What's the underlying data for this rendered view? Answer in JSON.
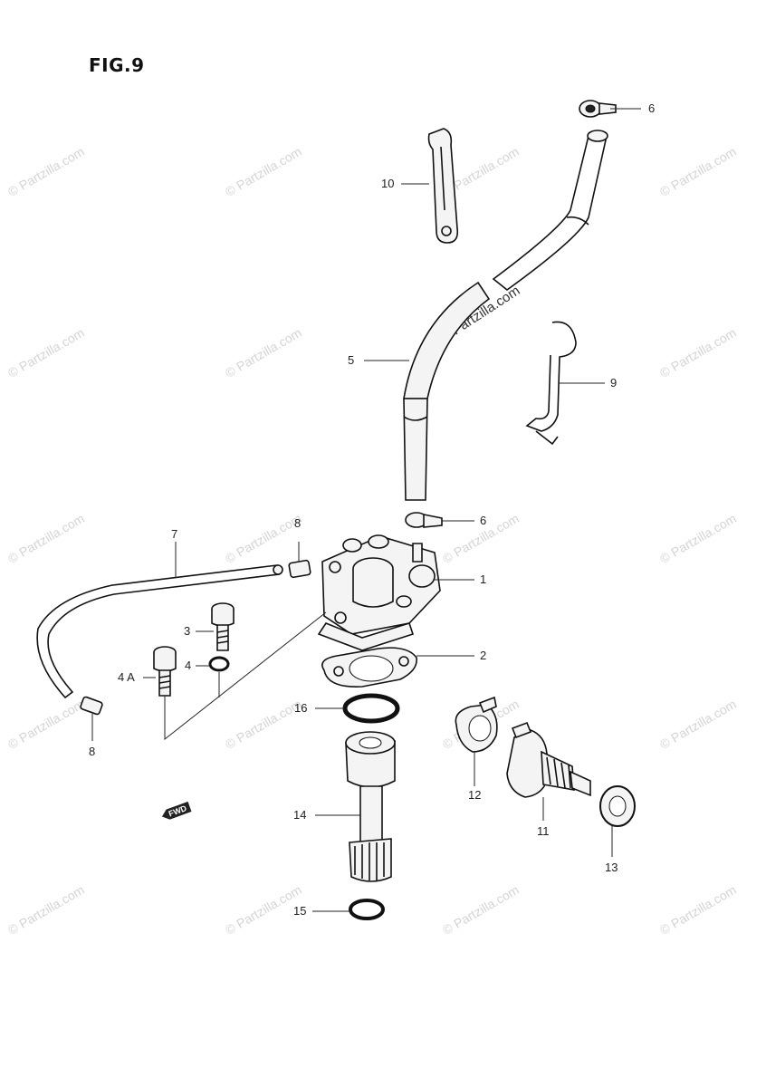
{
  "figure": {
    "title": "FIG.9"
  },
  "watermark": {
    "text": "© Partzilla.com"
  },
  "forward_marker": {
    "text": "FWD"
  },
  "callouts": {
    "c1": "1",
    "c2": "2",
    "c3": "3",
    "c4": "4",
    "c4a": "4 A",
    "c5": "5",
    "c6_top": "6",
    "c6_mid": "6",
    "c7": "7",
    "c8_top": "8",
    "c8_bottom": "8",
    "c9": "9",
    "c10": "10",
    "c11": "11",
    "c12": "12",
    "c13": "13",
    "c14": "14",
    "c15": "15",
    "c16": "16"
  }
}
